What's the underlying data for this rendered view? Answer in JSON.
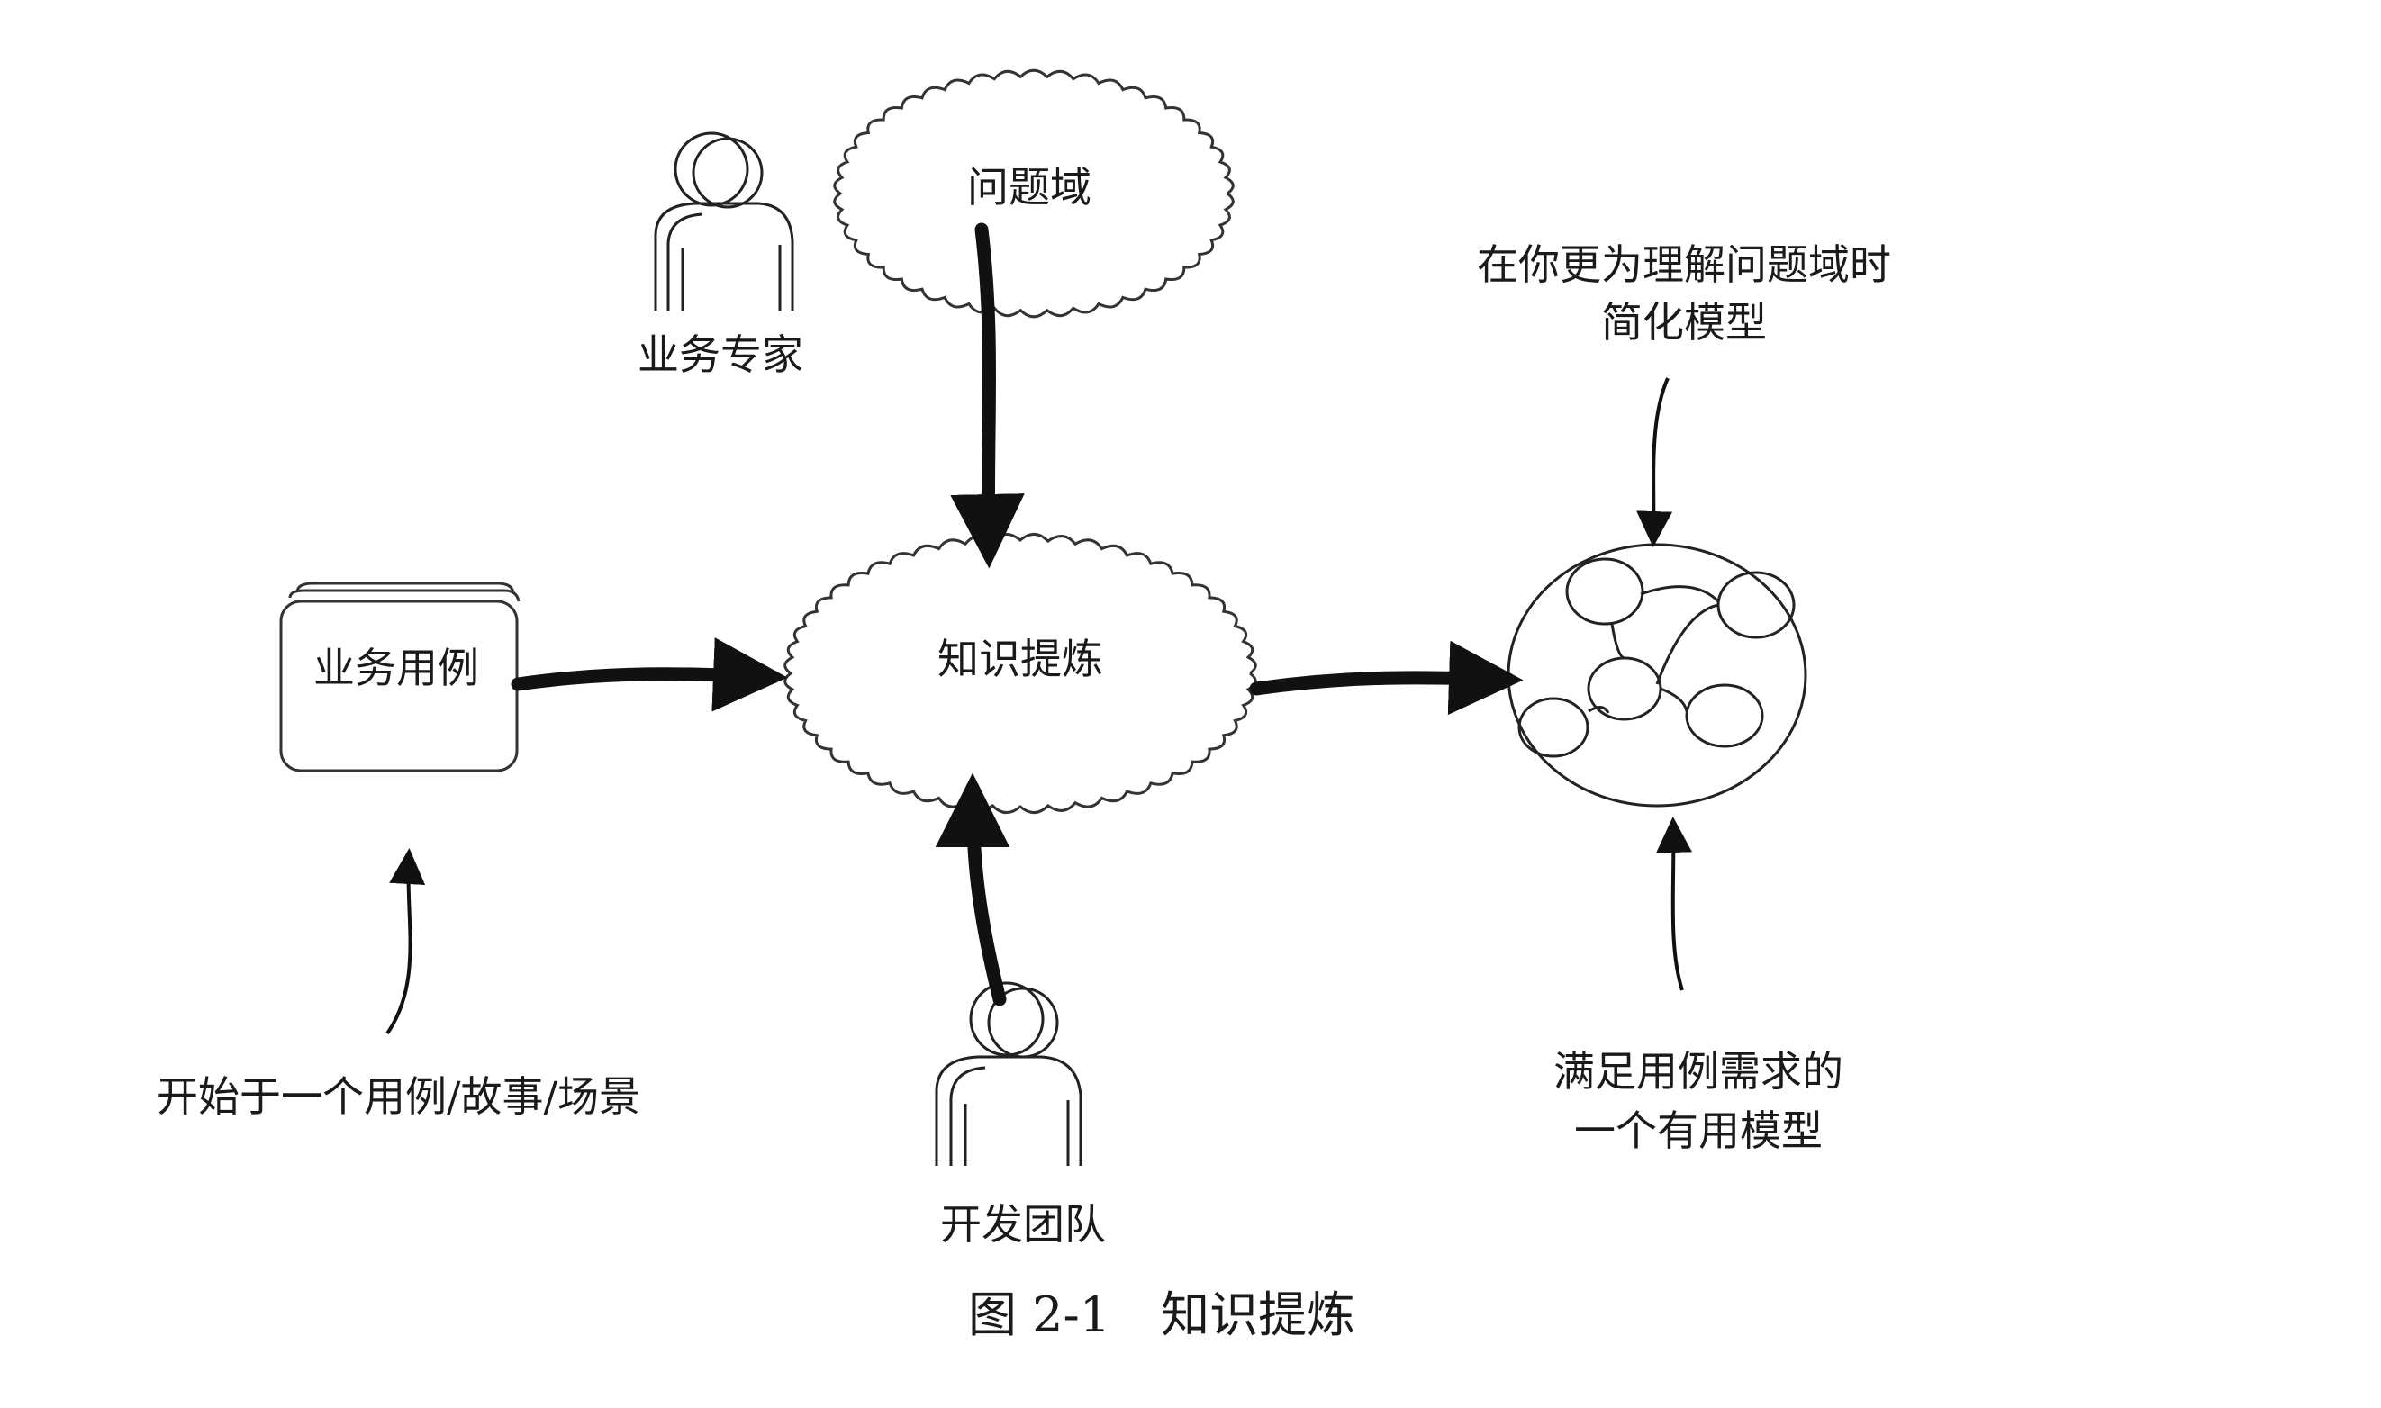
{
  "diagram": {
    "nodes": {
      "problem_domain": "问题域",
      "business_expert": "业务专家",
      "knowledge_crunching": "知识提炼",
      "business_use_case": "业务用例",
      "dev_team": "开发团队"
    },
    "annotations": {
      "simplify_model": [
        "在你更为理解问题域时",
        "简化模型"
      ],
      "useful_model": [
        "满足用例需求的",
        "一个有用模型"
      ],
      "start_with": "开始于一个用例/故事/场景"
    }
  },
  "caption": {
    "number": "图 2-1",
    "title": "知识提炼"
  }
}
